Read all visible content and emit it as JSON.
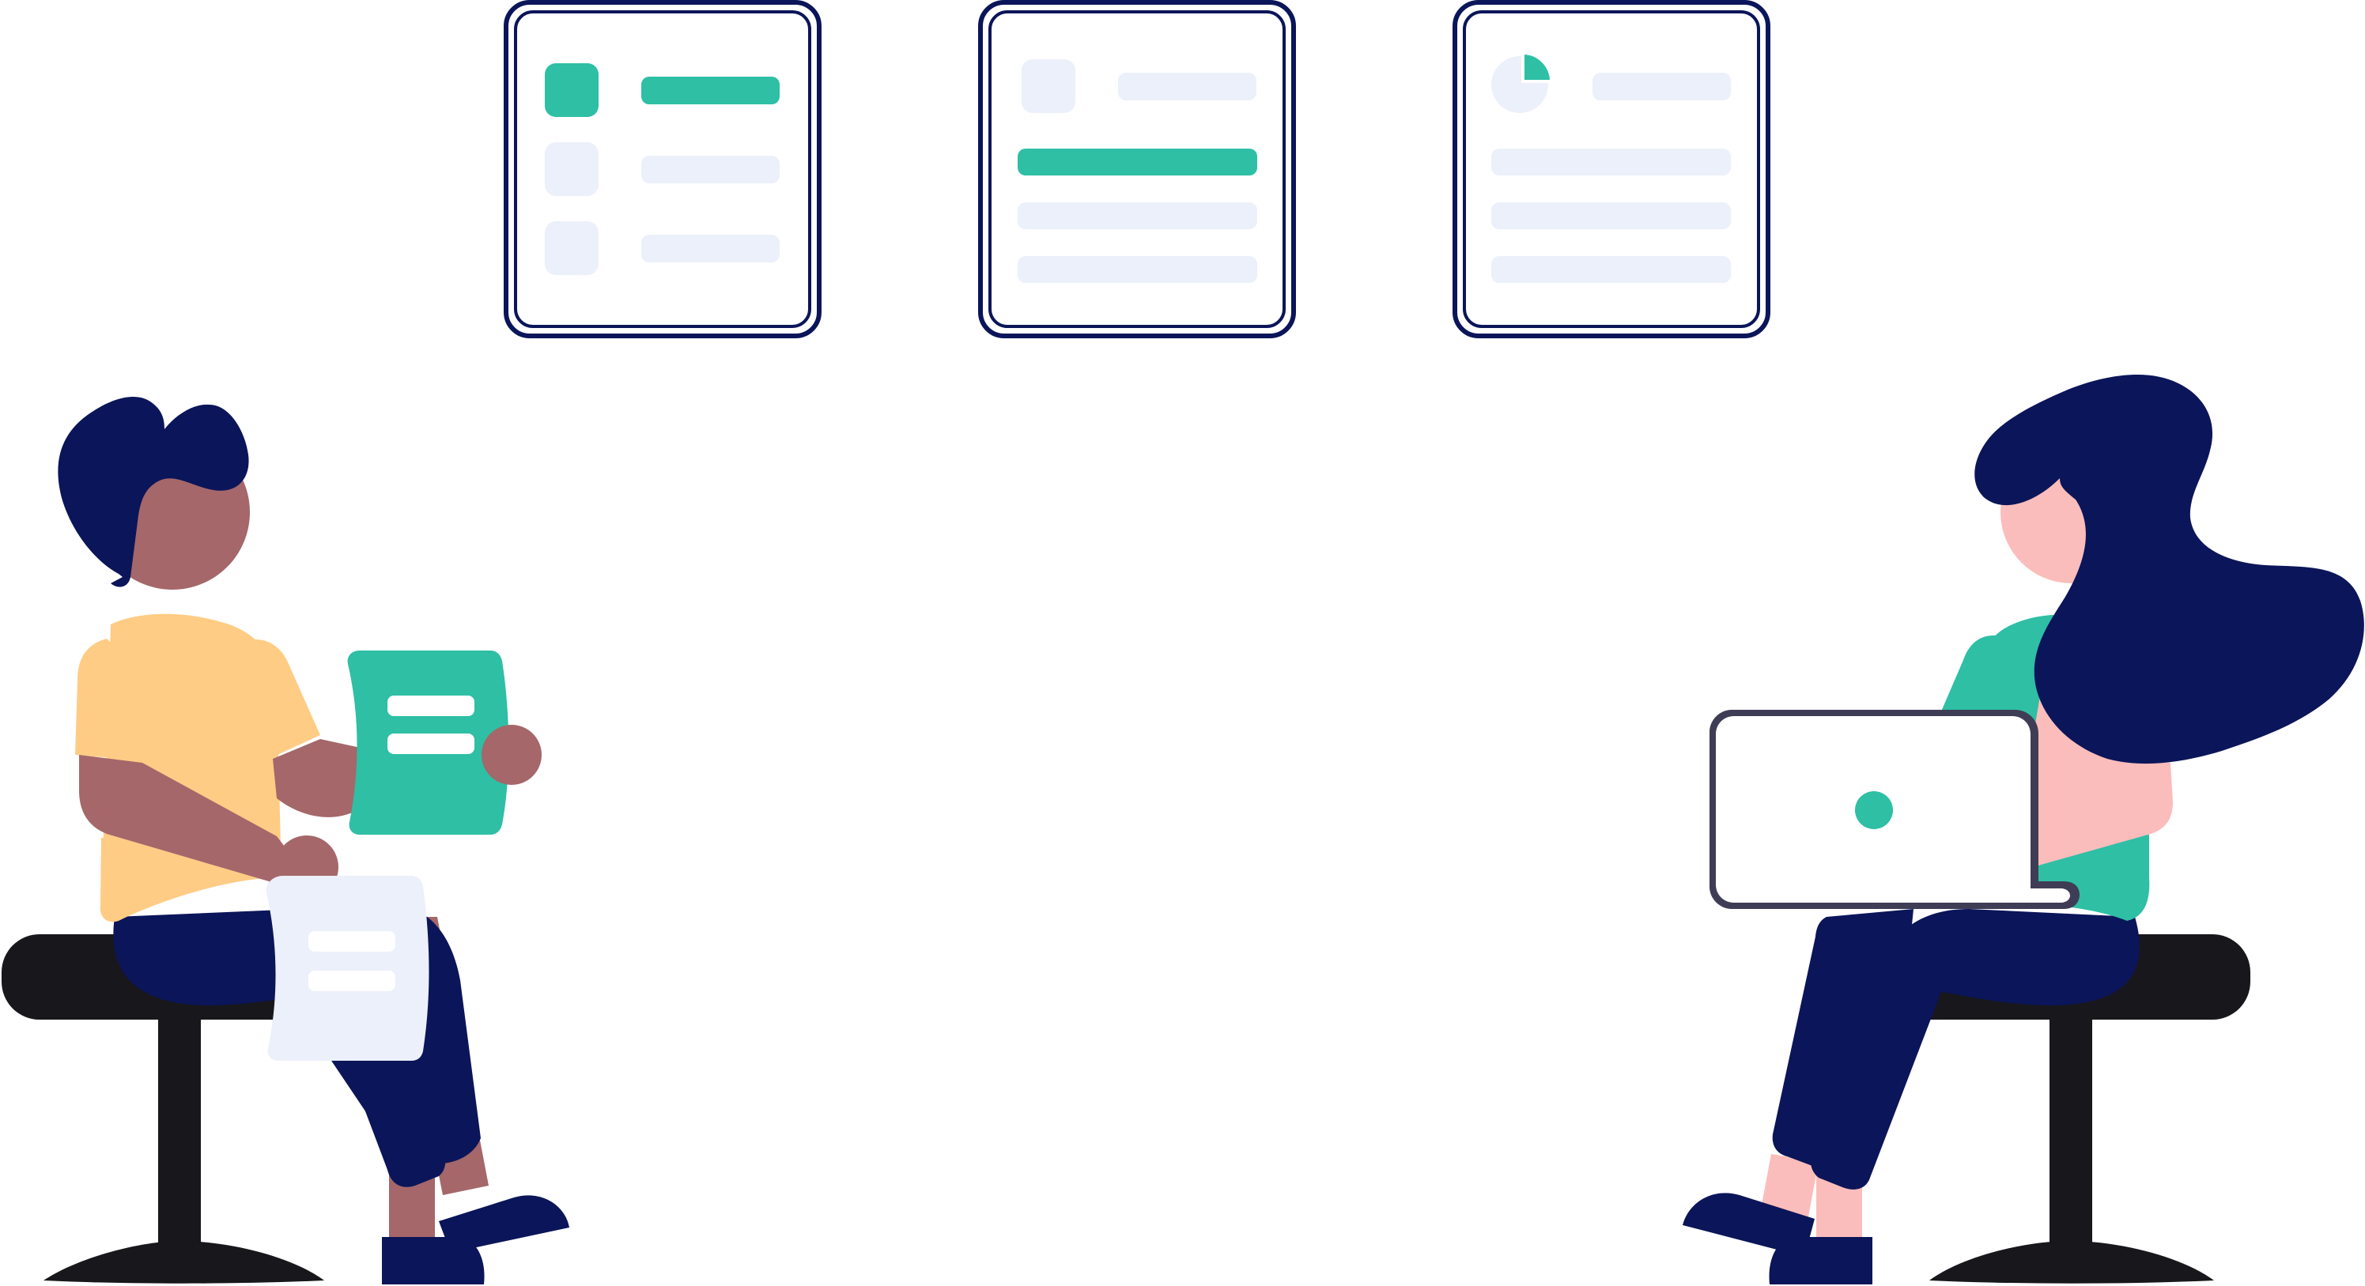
{
  "colors": {
    "accent": "#2ebfa5",
    "placeholder": "#ecf0fa",
    "navy": "#0b1559",
    "stool": "#18171c",
    "skin_dark": "#a5676a",
    "skin_light": "#fbbdbb",
    "shirt_yellow": "#ffcc85",
    "laptop_outline": "#3f3d56",
    "white": "#ffffff"
  },
  "cards": [
    {
      "name": "card-1",
      "icon": "square-icon-list"
    },
    {
      "name": "card-2",
      "icon": "square-icon-bars"
    },
    {
      "name": "card-3",
      "icon": "pie-chart-icon"
    }
  ],
  "figures": [
    {
      "name": "man-holding-documents",
      "icons": [
        "document-icon",
        "document-icon"
      ]
    },
    {
      "name": "woman-with-laptop",
      "icons": [
        "laptop-icon"
      ]
    }
  ]
}
